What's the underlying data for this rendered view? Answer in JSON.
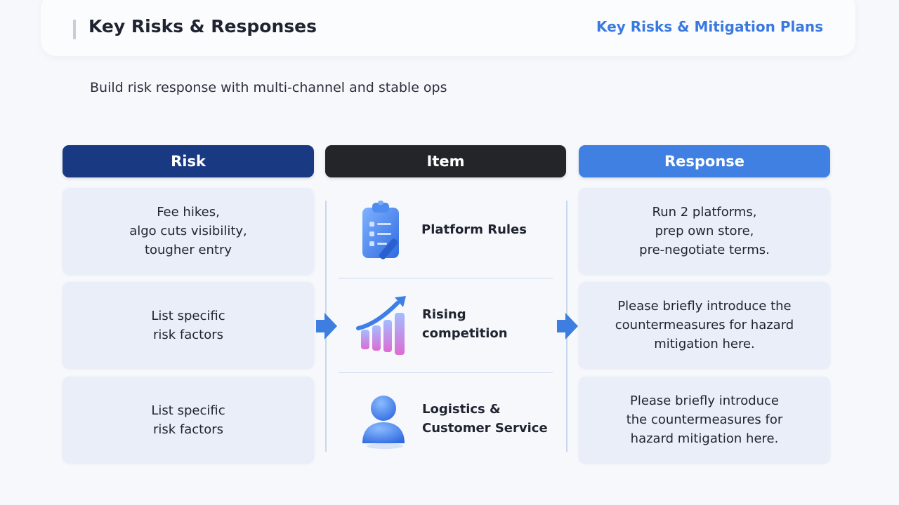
{
  "header": {
    "title": "Key Risks & Responses",
    "right_label": "Key Risks & Mitigation Plans"
  },
  "subtitle": "Build risk response with multi-channel and stable ops",
  "columns": {
    "risk": "Risk",
    "item": "Item",
    "response": "Response"
  },
  "rows": [
    {
      "risk": "Fee hikes,\nalgo cuts visibility,\ntougher entry",
      "item": "Platform Rules",
      "icon": "clipboard-icon",
      "response": "Run 2 platforms,\nprep own store,\npre-negotiate terms."
    },
    {
      "risk": "List specific\n risk factors",
      "item": "Rising\ncompetition",
      "icon": "growth-chart-icon",
      "response": "Please briefly introduce the\ncountermeasures for hazard\nmitigation here."
    },
    {
      "risk": "List specific\n risk factors",
      "item": "Logistics &\nCustomer Service",
      "icon": "person-icon",
      "response": "Please briefly introduce\nthe countermeasures for\nhazard mitigation here."
    }
  ],
  "colors": {
    "risk_header": "#193a82",
    "item_header": "#232529",
    "response_header": "#3f80e2",
    "accent": "#3a7ae0",
    "card_bg": "#e9eef8"
  }
}
